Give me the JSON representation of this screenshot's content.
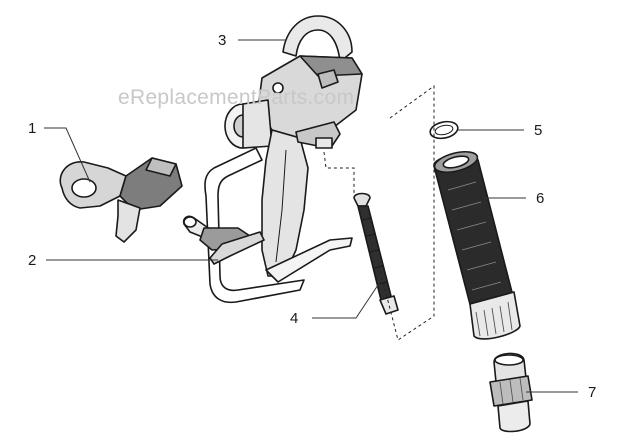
{
  "watermark": "eReplacementParts.com",
  "callouts": {
    "c1": "1",
    "c2": "2",
    "c3": "3",
    "c4": "4",
    "c5": "5",
    "c6": "6",
    "c7": "7"
  },
  "colors": {
    "line": "#1a1a1a",
    "shade_light": "#e6e6e6",
    "shade_mid": "#9a9a9a",
    "shade_dark": "#333333",
    "watermark": "#c8c8c8"
  }
}
